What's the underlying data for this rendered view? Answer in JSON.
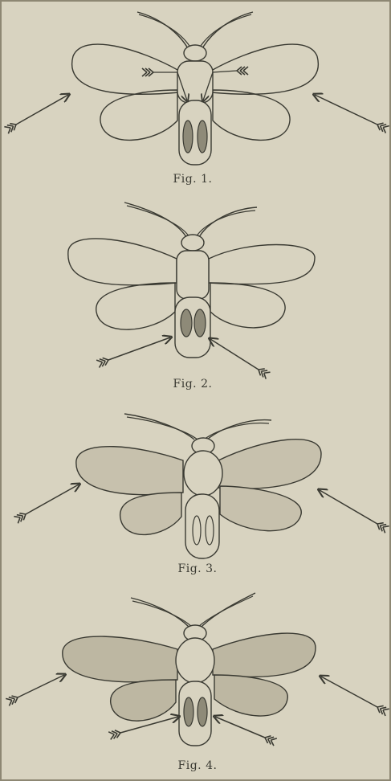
{
  "figures": [
    {
      "caption": "Fig. 1."
    },
    {
      "caption": "Fig. 2."
    },
    {
      "caption": "Fig. 3."
    },
    {
      "caption": "Fig. 4."
    }
  ],
  "colors": {
    "background": "#d8d3c0",
    "ink": "#3a3a32",
    "shaded_wing": "#c7c1ad",
    "dark_shaded_wing": "#bdb7a2"
  }
}
